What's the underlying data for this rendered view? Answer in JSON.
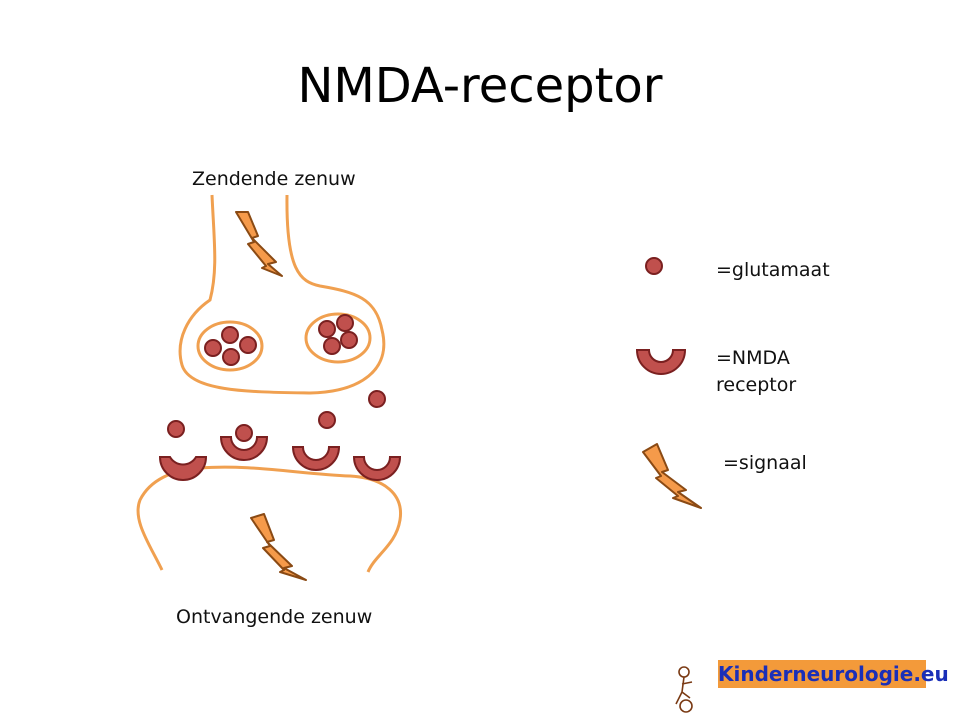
{
  "title": "NMDA-receptor",
  "labels": {
    "sending_nerve": "Zendende zenuw",
    "receiving_nerve": "Ontvangende zenuw"
  },
  "legend": {
    "glutamate": "=glutamaat",
    "nmda_line1": "=NMDA",
    "nmda_line2": "receptor",
    "signal": "=signaal"
  },
  "logo": {
    "text": "Kinderneurologie.eu"
  },
  "colors": {
    "nerve_outline": "#f0a050",
    "glutamate_fill": "#c0504d",
    "glutamate_stroke": "#7a2020",
    "signal_fill": "#f59a4a",
    "signal_stroke": "#8a4a14",
    "logo_bg": "#f39a3a",
    "logo_text": "#1a2fb8"
  }
}
